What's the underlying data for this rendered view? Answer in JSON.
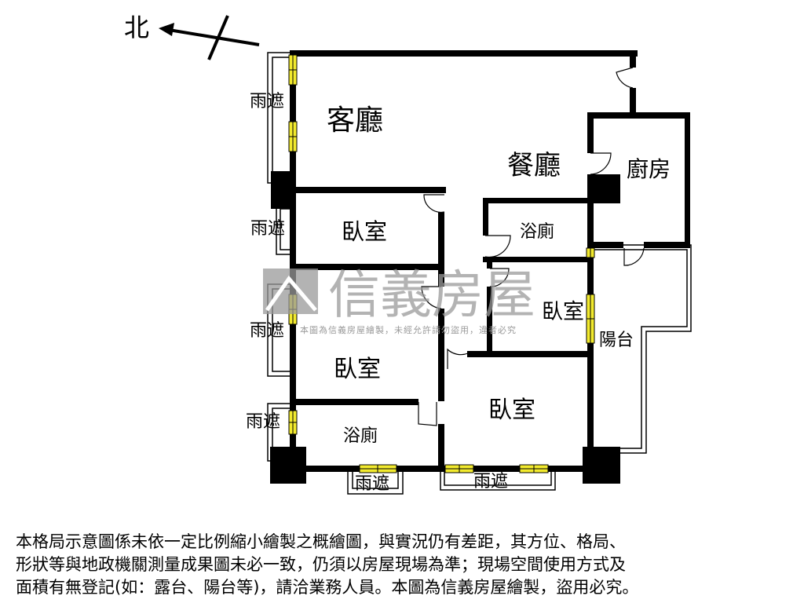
{
  "compass": {
    "north_label": "北"
  },
  "rooms": {
    "living_room": "客廳",
    "dining_room": "餐廳",
    "kitchen": "廚房",
    "bedroom_1": "臥室",
    "bedroom_2": "臥室",
    "bedroom_3": "臥室",
    "bedroom_4": "臥室",
    "bathroom_1": "浴廁",
    "bathroom_2": "浴廁",
    "balcony": "陽台",
    "canopy_1": "雨遮",
    "canopy_2": "雨遮",
    "canopy_3": "雨遮",
    "canopy_4": "雨遮",
    "canopy_5": "雨遮",
    "canopy_6": "雨遮"
  },
  "watermark": {
    "brand": "信義房屋",
    "notice": "本圖為信義房屋繪製，未經允許請勿盜用，違者必究"
  },
  "colors": {
    "wall": "#000000",
    "window": "#f2ea2e",
    "watermark": "#9a9a9a"
  },
  "disclaimer": {
    "lines": [
      "本格局示意圖係未依一定比例縮小繪製之概繪圖，與實況仍有差距，其方位、格局、",
      "形狀等與地政機關測量成果圖未必一致，仍須以房屋現場為準；現場空間使用方式及",
      "面積有無登記(如：露台、陽台等)，請洽業務人員。本圖為信義房屋繪製，盜用必究。"
    ]
  }
}
